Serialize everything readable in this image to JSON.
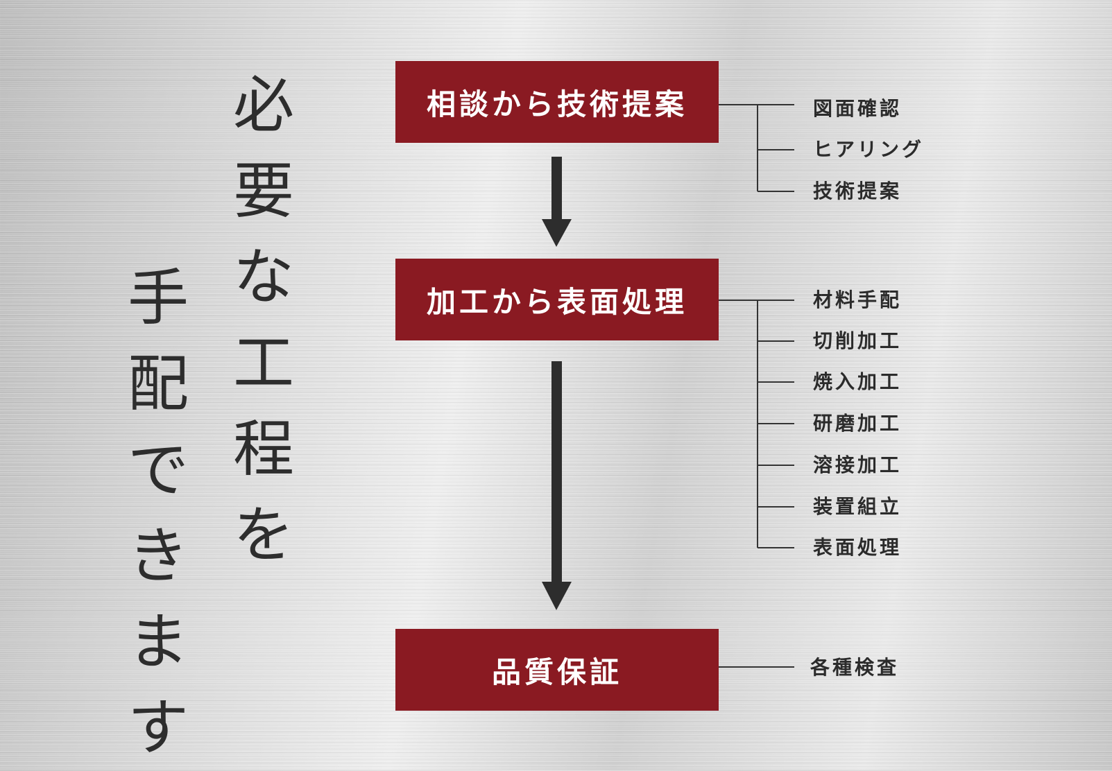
{
  "headline": {
    "column_1": [
      "必",
      "要",
      "な",
      "工",
      "程",
      "を"
    ],
    "column_2": [
      "手",
      "配",
      "で",
      "き",
      "ま",
      "す"
    ]
  },
  "stages": [
    {
      "label": "相談から技術提案",
      "tasks": [
        "図面確認",
        "ヒアリング",
        "技術提案"
      ]
    },
    {
      "label": "加工から表面処理",
      "tasks": [
        "材料手配",
        "切削加工",
        "焼入加工",
        "研磨加工",
        "溶接加工",
        "装置組立",
        "表面処理"
      ]
    },
    {
      "label": "品質保証",
      "tasks": [
        "各種検査"
      ]
    }
  ],
  "colors": {
    "stage_fill": "#8a1a22",
    "stage_text": "#ffffff",
    "arrow": "#2d2d2d",
    "line": "#333333",
    "text": "#2b2b2b"
  }
}
